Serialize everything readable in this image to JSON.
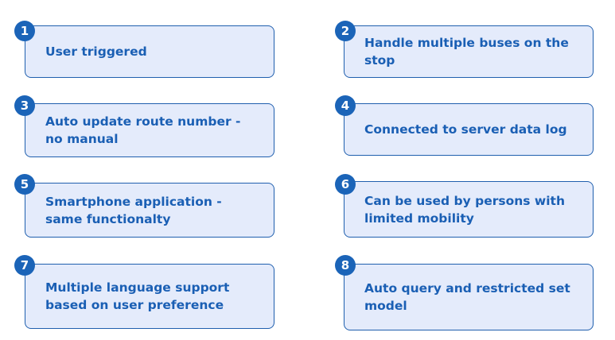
{
  "items": [
    {
      "number": "1",
      "text": "User triggered"
    },
    {
      "number": "2",
      "text": "Handle multiple buses on the stop"
    },
    {
      "number": "3",
      "text": "Auto update route number - no manual"
    },
    {
      "number": "4",
      "text": "Connected to server data log"
    },
    {
      "number": "5",
      "text": "Smartphone application - same functionalty"
    },
    {
      "number": "6",
      "text": "Can be used by persons with limited mobility"
    },
    {
      "number": "7",
      "text": "Multiple language support based on user preference"
    },
    {
      "number": "8",
      "text": "Auto query and restricted set model"
    }
  ],
  "colors": {
    "card_fill": "#e4ebfb",
    "card_border": "#1f5fae",
    "text": "#1a5fb4",
    "badge": "#1b64b8",
    "badge_text": "#ffffff"
  }
}
